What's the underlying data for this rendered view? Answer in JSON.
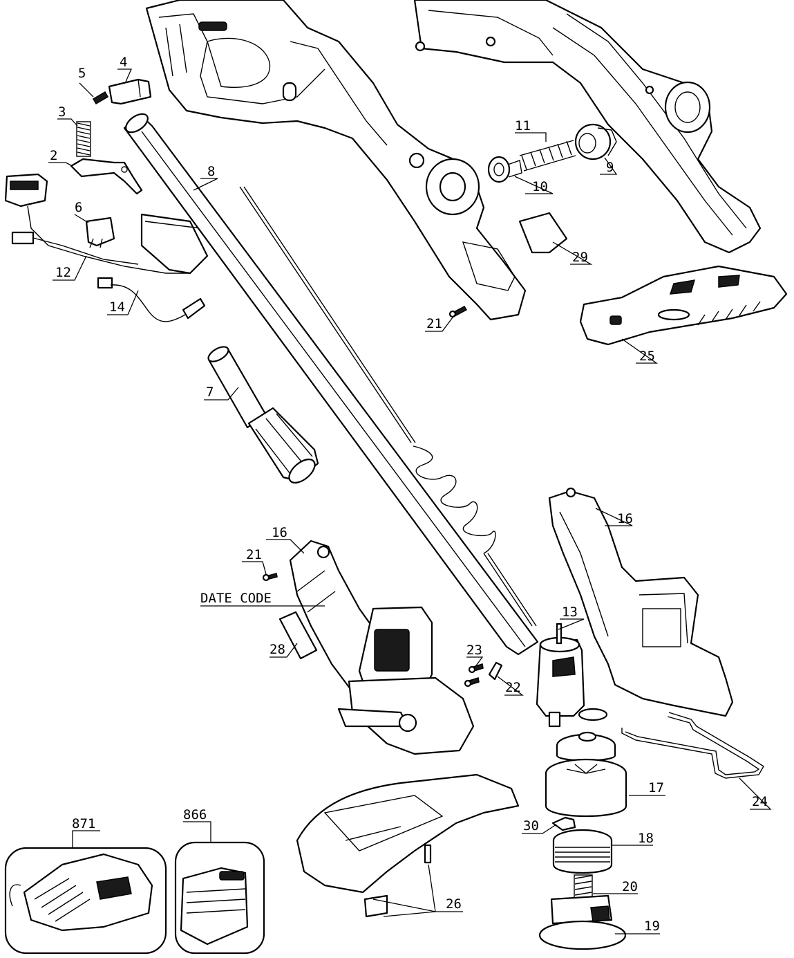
{
  "diagram": {
    "labels": {
      "p2": "2",
      "p3": "3",
      "p4": "4",
      "p5": "5",
      "p6": "6",
      "p7": "7",
      "p8": "8",
      "p9": "9",
      "p10": "10",
      "p11": "11",
      "p12": "12",
      "p13": "13",
      "p14": "14",
      "p16a": "16",
      "p16b": "16",
      "p17": "17",
      "p18": "18",
      "p19": "19",
      "p20": "20",
      "p21a": "21",
      "p21b": "21",
      "p22": "22",
      "p23": "23",
      "p24": "24",
      "p25": "25",
      "p26": "26",
      "p28": "28",
      "p29": "29",
      "p30": "30",
      "p866": "866",
      "p871": "871",
      "date_code": "DATE CODE"
    }
  }
}
